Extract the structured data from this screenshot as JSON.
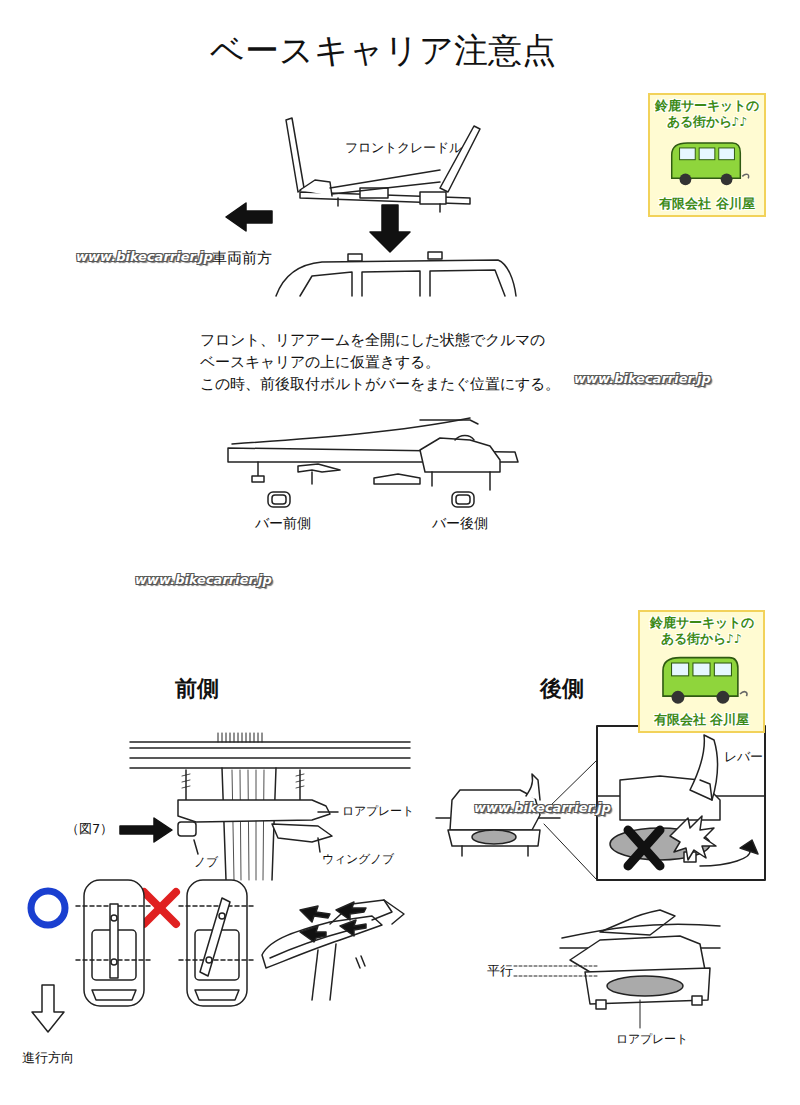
{
  "diagram": {
    "title": "ベースキャリア注意点",
    "nodes": [
      {
        "text": [
          "鈴鹿サーキットの ある街から♪♪",
          "有限会社 谷川屋"
        ]
      },
      {
        "text": [
          "鈴鹿サーキットの ある街から♪♪",
          "有限会社 谷川屋"
        ]
      }
    ],
    "labels": [
      "フロントクレードル",
      "www.bikecarrier.jp",
      "車両前方",
      "フロント、リアアームを全開にした状態でクルマの",
      "ベースキャリアの上に仮置きする。",
      "この時、前後取付ボルトがバーをまたぐ位置にする。",
      "www.bikecarrier.jp",
      "バー前側",
      "バー後側",
      "www.bikecarrier.jp",
      "前側",
      "後側",
      "（図7）",
      "ロアプレート",
      "ノブ",
      "ウィングノブ",
      "www.bikecarrier.jp",
      "レバー",
      "平行",
      "ロアプレート",
      "進行方向"
    ]
  }
}
